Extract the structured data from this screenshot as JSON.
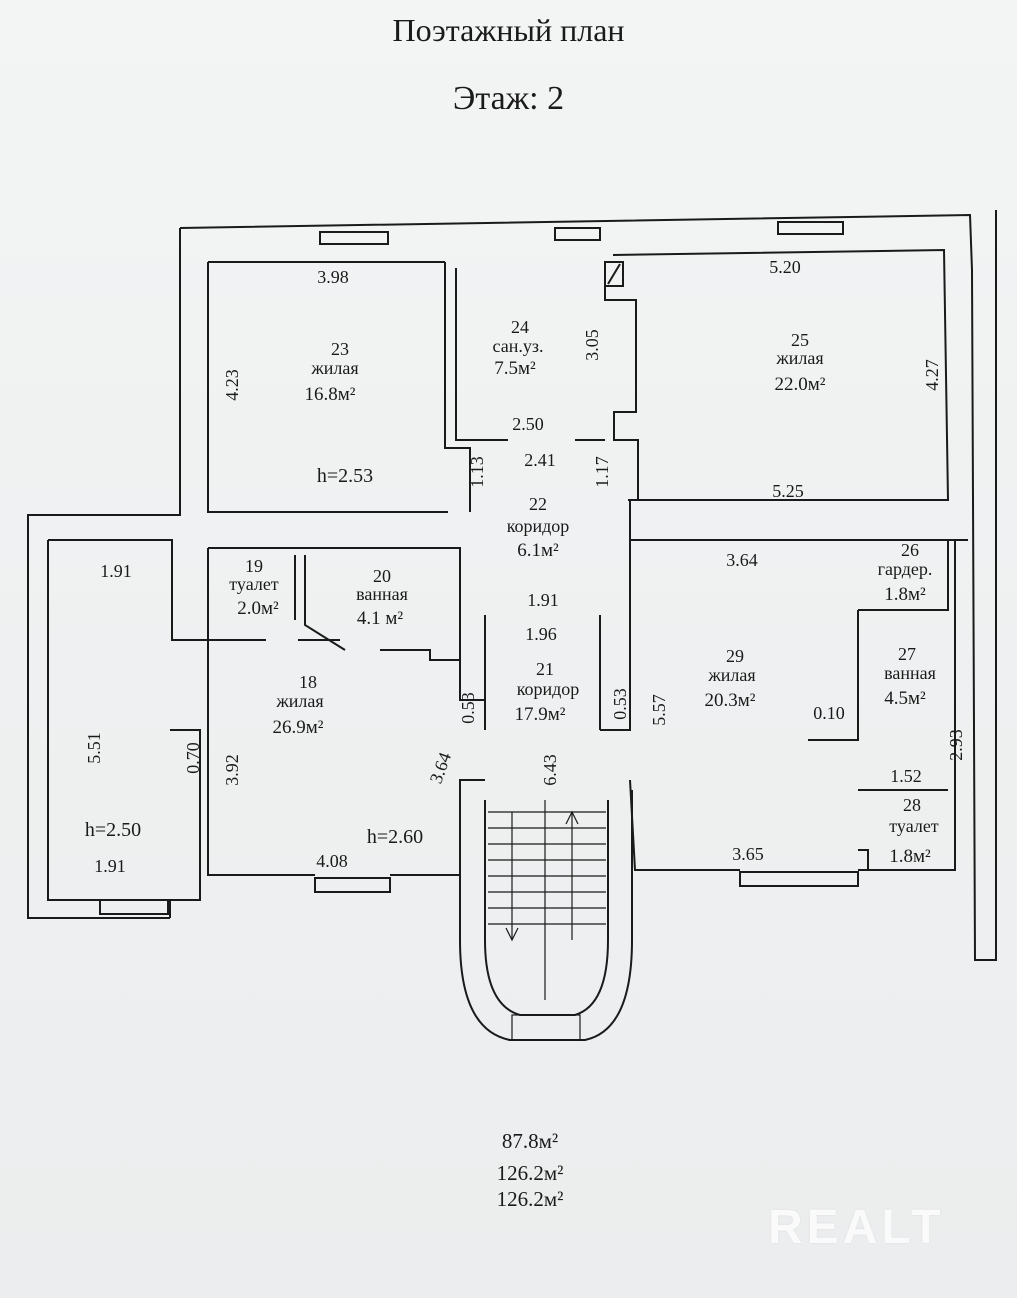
{
  "title": "Поэтажный план",
  "floor": "Этаж: 2",
  "rooms": [
    {
      "id": "23",
      "name": "жилая",
      "area": "16.8м²"
    },
    {
      "id": "24",
      "name": "сан.уз.",
      "area": "7.5м²"
    },
    {
      "id": "25",
      "name": "жилая",
      "area": "22.0м²"
    },
    {
      "id": "22",
      "name": "коридор",
      "area": "6.1м²"
    },
    {
      "id": "19",
      "name": "туалет",
      "area": "2.0м²"
    },
    {
      "id": "20",
      "name": "ванная",
      "area": "4.1 м²"
    },
    {
      "id": "18",
      "name": "жилая",
      "area": "26.9м²"
    },
    {
      "id": "21",
      "name": "коридор",
      "area": "17.9м²"
    },
    {
      "id": "29",
      "name": "жилая",
      "area": "20.3м²"
    },
    {
      "id": "26",
      "name": "гардер.",
      "area": "1.8м²"
    },
    {
      "id": "27",
      "name": "ванная",
      "area": "4.5м²"
    },
    {
      "id": "28",
      "name": "туалет",
      "area": "1.8м²"
    }
  ],
  "dimensions": [
    "3.98",
    "4.23",
    "h=2.53",
    "3.05",
    "2.50",
    "2.41",
    "1.13",
    "1.17",
    "5.20",
    "4.27",
    "5.25",
    "1.91",
    "1.96",
    "0.53",
    "0.53",
    "5.57",
    "3.64",
    "6.43",
    "3.64",
    "3.92",
    "0.70",
    "h=2.60",
    "4.08",
    "1.91",
    "5.51",
    "h=2.50",
    "1.91",
    "0.10",
    "2.93",
    "1.52",
    "3.65"
  ],
  "heights": [],
  "totals": [
    "87.8м²",
    "126.2м²",
    "126.2м²"
  ],
  "watermark": "REALT"
}
